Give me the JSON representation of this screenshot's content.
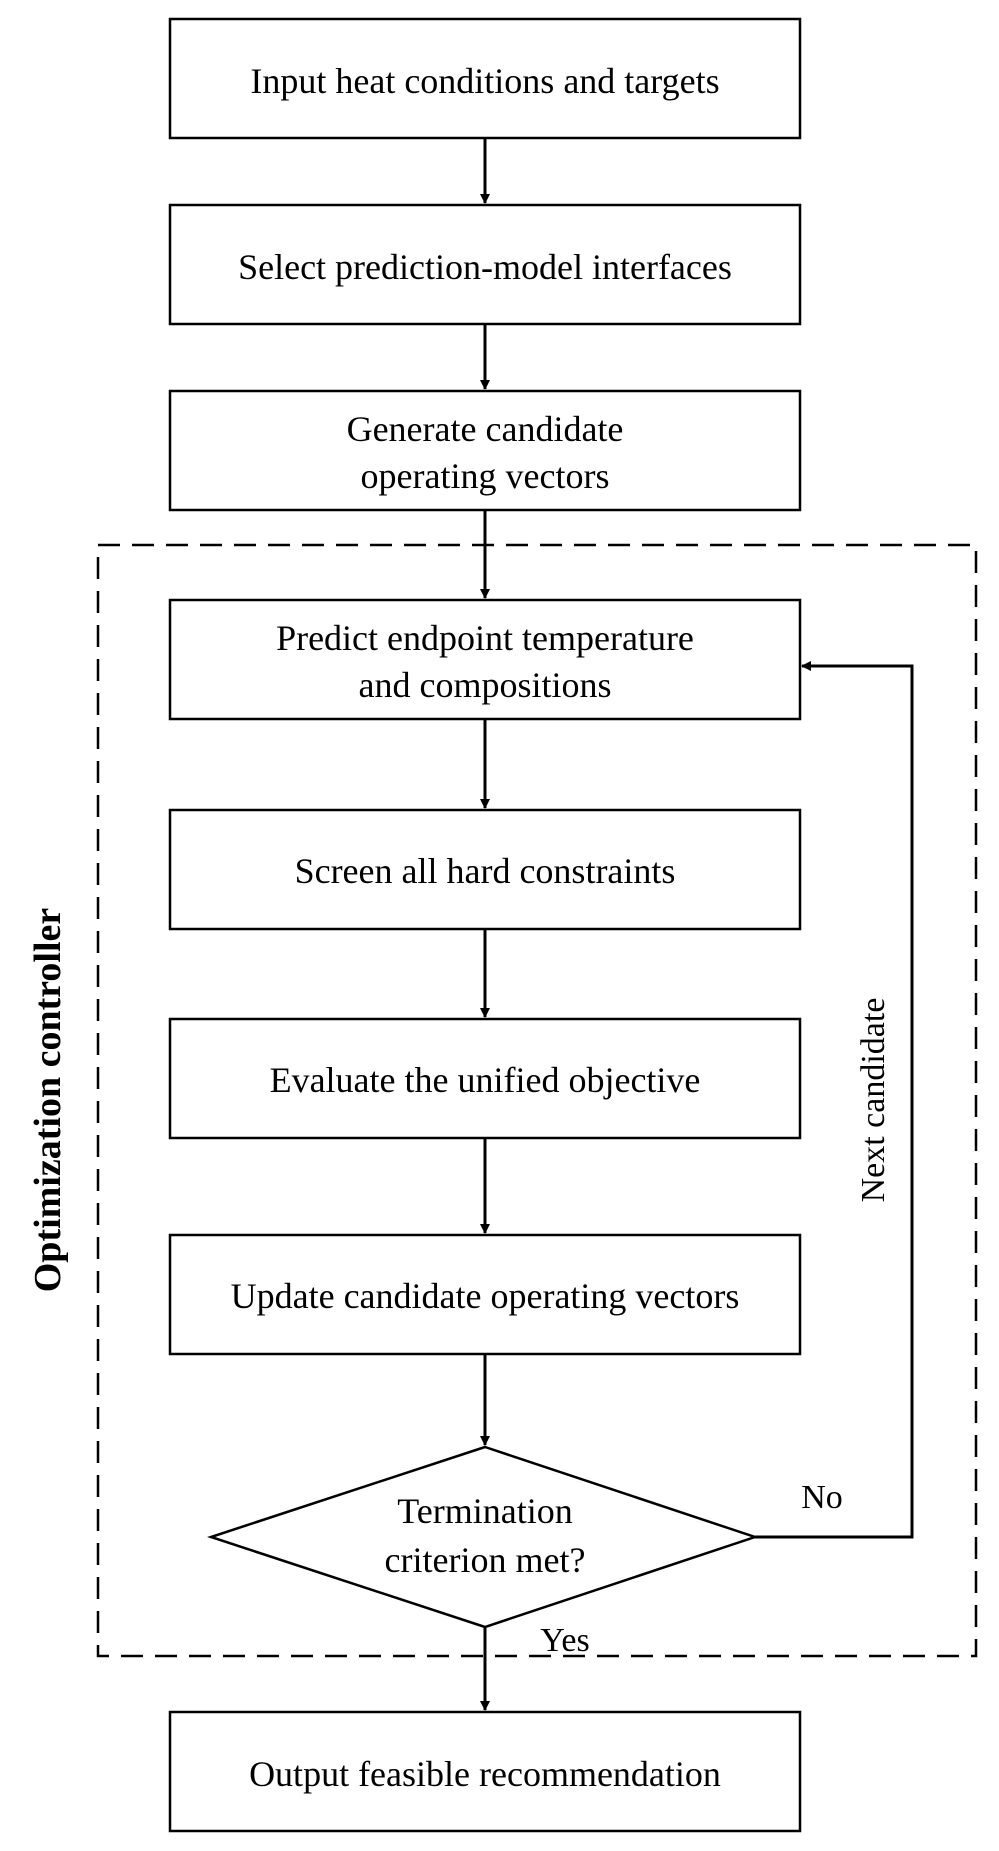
{
  "nodes": {
    "input": {
      "line1": "Input heat conditions and targets"
    },
    "select": {
      "line1": "Select prediction-model interfaces"
    },
    "generate": {
      "line1": "Generate candidate",
      "line2": "operating vectors"
    },
    "predict": {
      "line1": "Predict endpoint temperature",
      "line2": "and compositions"
    },
    "screen": {
      "line1": "Screen all hard constraints"
    },
    "evaluate": {
      "line1": "Evaluate the unified objective"
    },
    "update": {
      "line1": "Update candidate operating vectors"
    },
    "decision": {
      "line1": "Termination",
      "line2": "criterion met?"
    },
    "output": {
      "line1": "Output feasible recommendation"
    }
  },
  "group": {
    "label": "Optimization controller"
  },
  "edges": {
    "no_label": "No",
    "yes_label": "Yes",
    "loop_label": "Next candidate"
  }
}
